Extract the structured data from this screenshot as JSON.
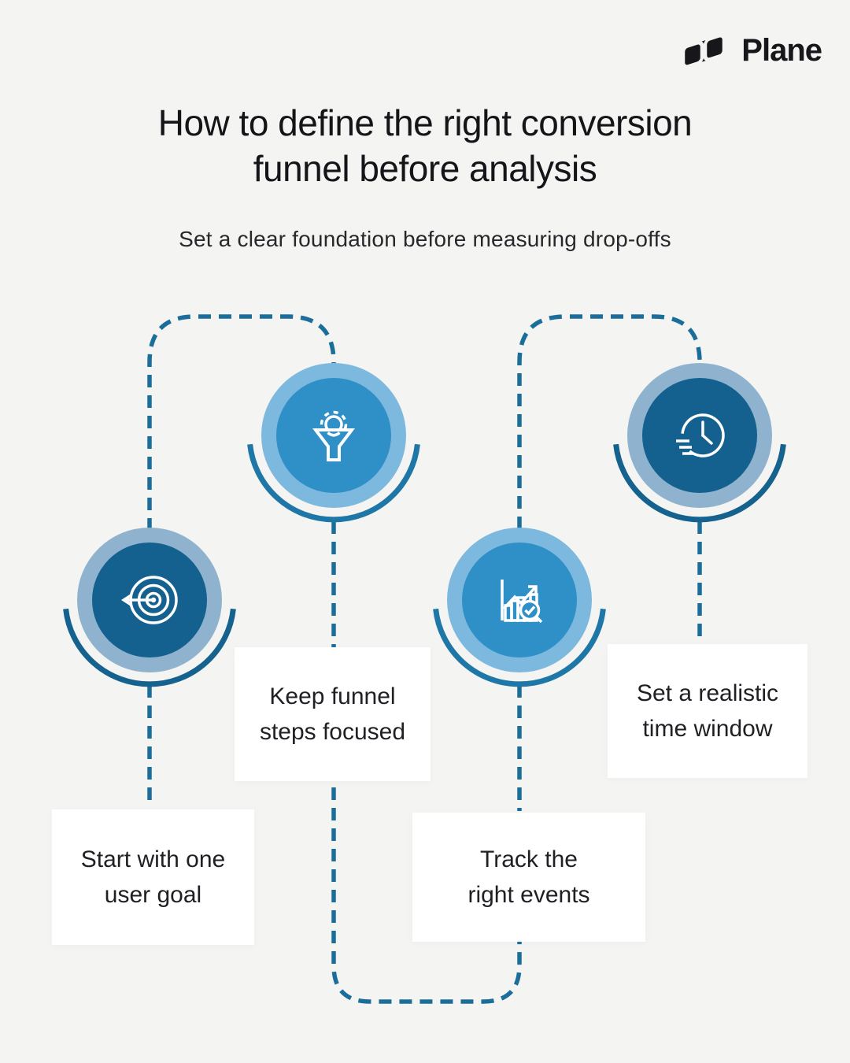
{
  "brand": {
    "name": "Plane",
    "logo_icon": "plane-logo-icon"
  },
  "header": {
    "title_line1": "How to define the right conversion",
    "title_line2": "funnel before analysis",
    "subtitle": "Set a clear foundation before measuring drop-offs"
  },
  "steps": [
    {
      "label_line1": "Start with one",
      "label_line2": "user goal",
      "icon": "target-arrow-icon",
      "theme": "dark"
    },
    {
      "label_line1": "Keep funnel",
      "label_line2": "steps focused",
      "icon": "funnel-gear-icon",
      "theme": "light"
    },
    {
      "label_line1": "Track the",
      "label_line2": "right events",
      "icon": "chart-magnifier-icon",
      "theme": "light"
    },
    {
      "label_line1": "Set a realistic",
      "label_line2": "time window",
      "icon": "clock-speed-icon",
      "theme": "dark"
    }
  ],
  "colors": {
    "background": "#F4F4F2",
    "card": "#FFFFFF",
    "text": "#1F1F24",
    "connector": "#1C6E9A",
    "node_dark": "#14618F",
    "node_light": "#2F8FC7",
    "ring_dark": "#8FB3CE",
    "ring_light": "#7DB8DE",
    "arc_dark": "#15628F",
    "arc_light": "#1E77A6",
    "icon_stroke": "#FFFFFF",
    "logo": "#17171B"
  }
}
